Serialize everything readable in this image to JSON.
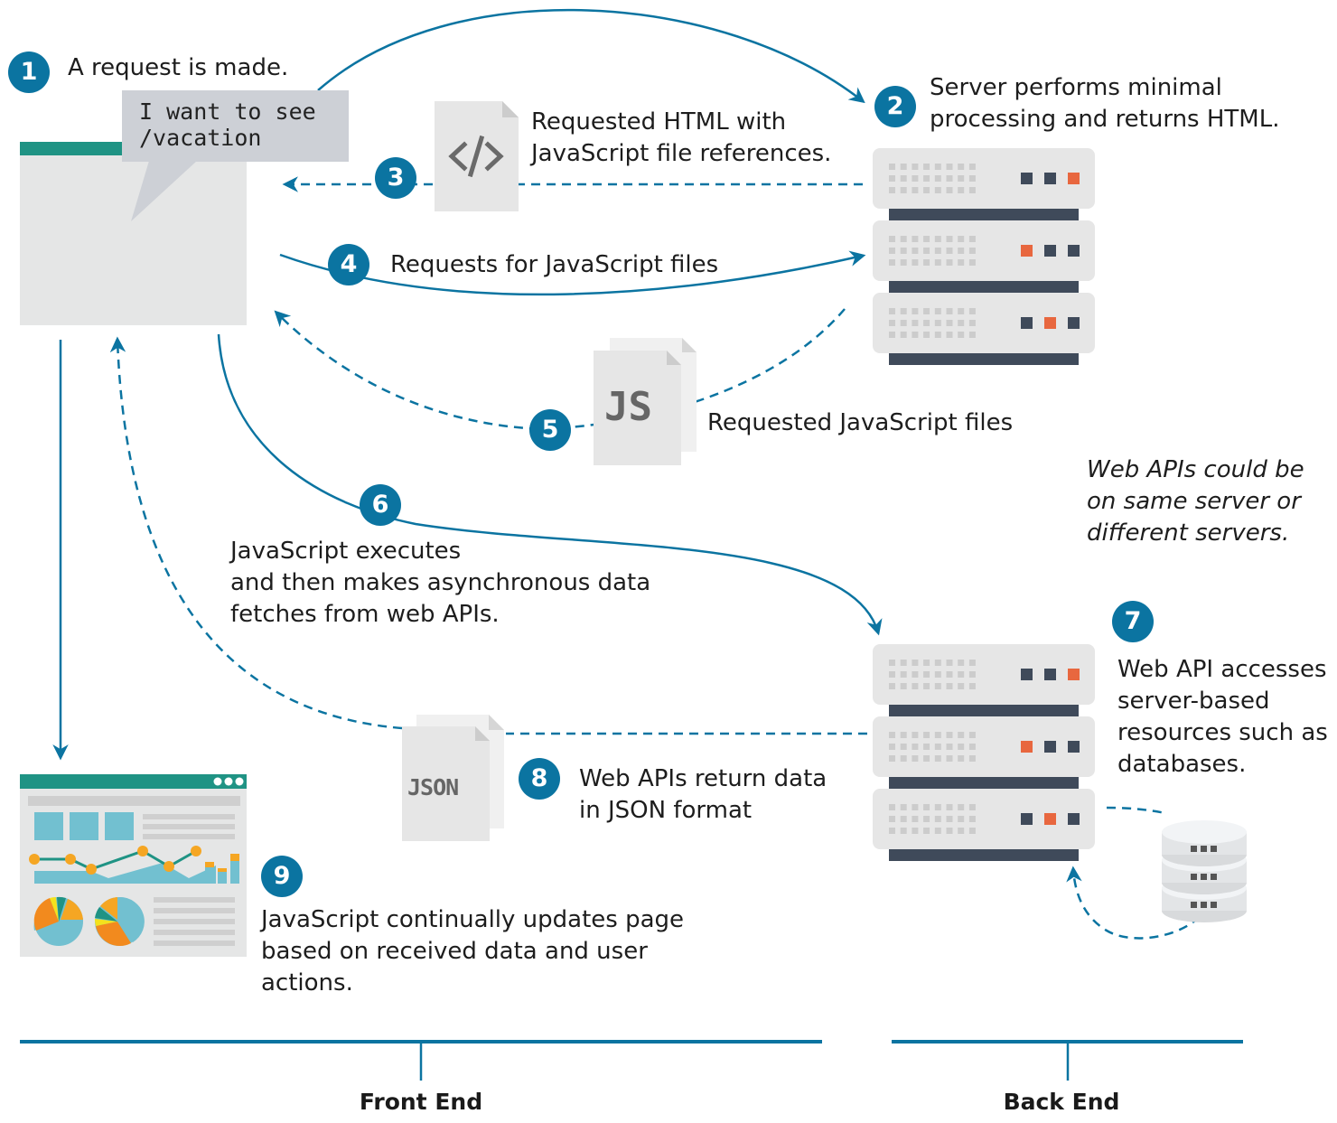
{
  "colors": {
    "accent": "#0b74a1",
    "teal": "#1f9384",
    "server_bg": "#e6e6e6",
    "server_dark": "#3f4a5a",
    "led_orange": "#e8673f",
    "panel_gray": "#e5e6e6",
    "bubble_gray": "#cdd0d6",
    "chart_blue": "#72c0d0",
    "chart_orange": "#f5a623",
    "chart_dark_orange": "#f28a1e",
    "chart_yellow": "#f4e21c"
  },
  "steps": [
    {
      "number": "1",
      "text": "A request is made."
    },
    {
      "number": "2",
      "text": "Server performs minimal\nprocessing and returns HTML."
    },
    {
      "number": "3",
      "text": "Requested HTML with\nJavaScript file references."
    },
    {
      "number": "4",
      "text": "Requests for JavaScript files"
    },
    {
      "number": "5",
      "text": "Requested JavaScript files"
    },
    {
      "number": "6",
      "text": "JavaScript executes\nand then makes asynchronous data\nfetches from web APIs."
    },
    {
      "number": "7",
      "text": "Web API accesses\nserver-based\nresources such as\ndatabases."
    },
    {
      "number": "8",
      "text": "Web APIs return data\nin JSON format"
    },
    {
      "number": "9",
      "text": "JavaScript continually updates page\nbased on received data and user\nactions."
    }
  ],
  "speech_bubble": "I want to see\n/vacation",
  "note": "Web APIs could be\non same server or\ndifferent servers.",
  "documents": {
    "html_icon": "</>",
    "js_label": "JS",
    "json_label": "JSON"
  },
  "icons": {
    "browser": "browser-window-icon",
    "dashboard": "dashboard-page-icon",
    "server": "server-rack-icon",
    "database": "database-icon",
    "html_file": "code-file-icon",
    "js_file": "js-file-icon",
    "json_file": "json-file-icon"
  },
  "sections": {
    "front_end": "Front End",
    "back_end": "Back End"
  }
}
